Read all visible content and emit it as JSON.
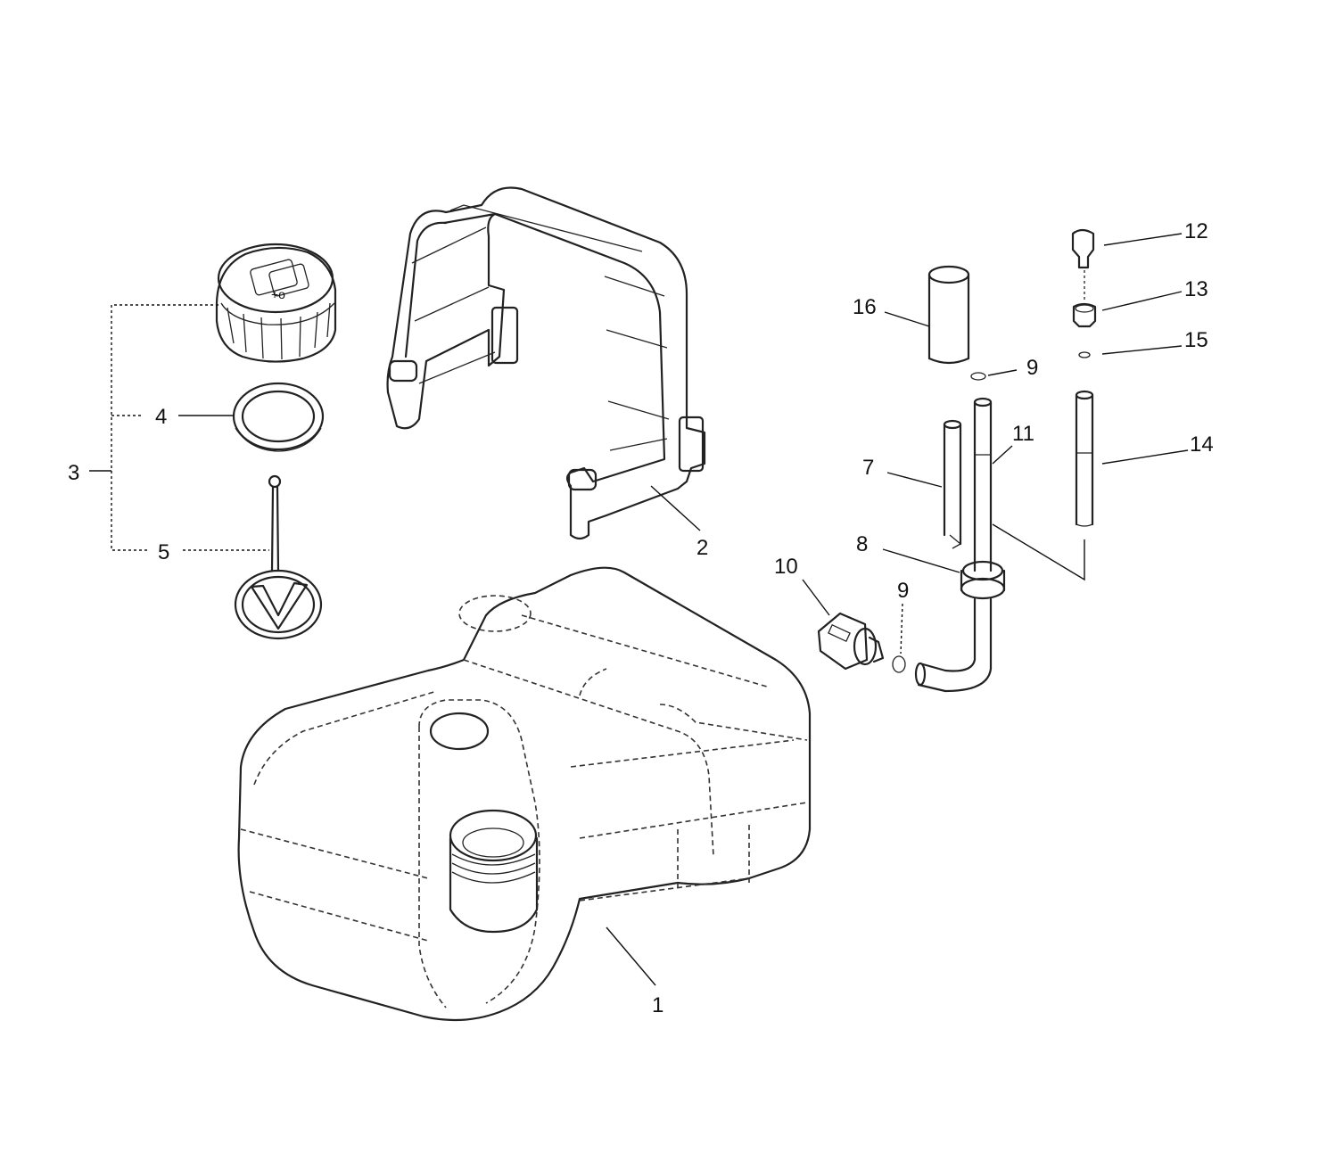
{
  "callouts": {
    "c1": "1",
    "c2": "2",
    "c3": "3",
    "c4": "4",
    "c5": "5",
    "c7": "7",
    "c8": "8",
    "c9a": "9",
    "c9b": "9",
    "c10": "10",
    "c11": "11",
    "c12": "12",
    "c13": "13",
    "c14": "14",
    "c15": "15",
    "c16": "16"
  },
  "icons": {
    "fuel_cap": "fuel-cap-icon",
    "gasket": "cap-gasket-icon",
    "strainer": "fuel-strainer-icon",
    "tank": "fuel-tank-icon",
    "bracket": "tank-bracket-icon"
  }
}
